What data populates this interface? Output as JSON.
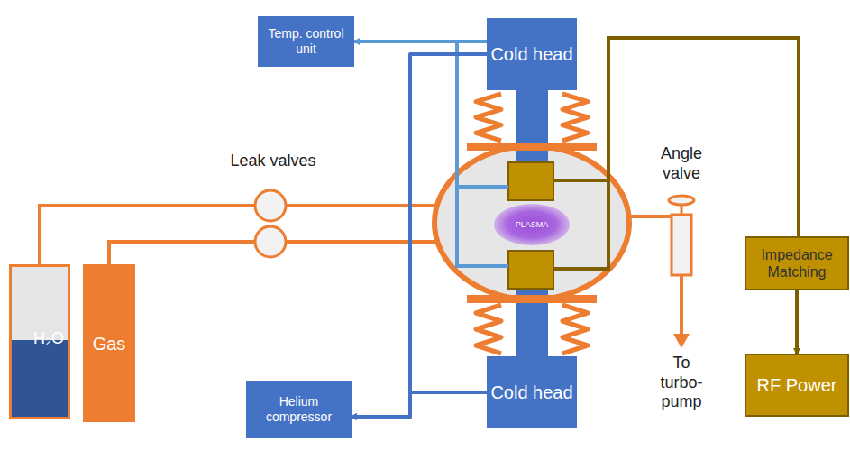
{
  "diagram": {
    "nodes": [
      {
        "text": [
          "Temp. control unit"
        ]
      },
      {
        "text": [
          "Cold head"
        ]
      },
      {
        "text": [
          "PLASMA"
        ]
      },
      {
        "text": [
          "H₂O"
        ]
      },
      {
        "text": [
          "Gas"
        ]
      },
      {
        "text": [
          "Impedance Matching"
        ]
      },
      {
        "text": [
          "Helium compressor"
        ]
      },
      {
        "text": [
          "Cold head"
        ]
      },
      {
        "text": [
          "RF Power"
        ]
      }
    ],
    "edges": [
      {
        "from": 1,
        "to": 0,
        "arrow": "to"
      },
      {
        "from": 1,
        "to": 6,
        "arrow": "to"
      },
      {
        "from": 7,
        "to": 6,
        "arrow": "to"
      },
      {
        "from": 5,
        "to": 8,
        "arrow": "to"
      }
    ],
    "labels": [
      "Leak valves",
      "Angle valve",
      "To turbo- pump"
    ]
  }
}
